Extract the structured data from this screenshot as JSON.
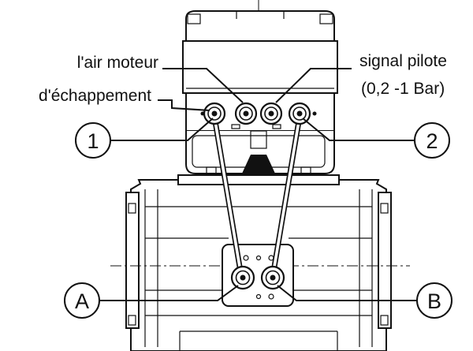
{
  "labels": {
    "air_moteur": "l'air moteur",
    "echappement": "d'échappement",
    "signal_pilote": "signal pilote",
    "pressure_range": "(0,2 -1 Bar)"
  },
  "callouts": {
    "one": "1",
    "two": "2",
    "a": "A",
    "b": "B"
  }
}
